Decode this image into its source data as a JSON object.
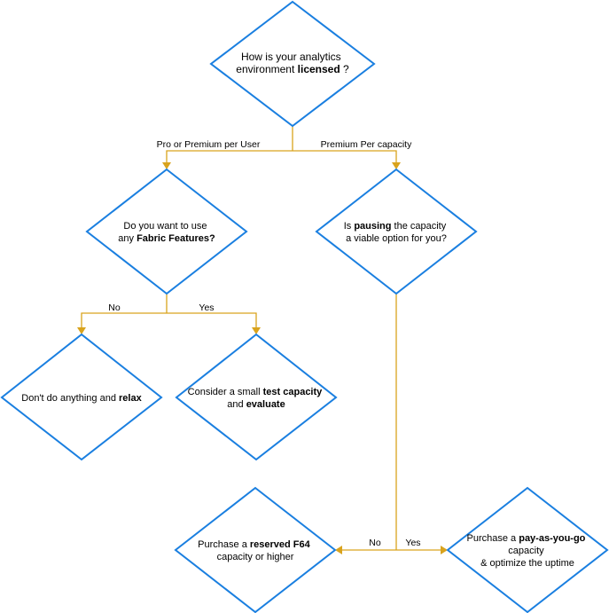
{
  "nodes": {
    "q1": {
      "line1": "How is your analytics",
      "line2a": "environment ",
      "line2b": "licensed",
      "line2c": " ?"
    },
    "q2": {
      "line1": "Do you want to use",
      "line2a": "any ",
      "line2b": "Fabric Features?"
    },
    "q3": {
      "line1a": "Is ",
      "line1b": "pausing",
      "line1c": " the capacity",
      "line2": "a viable option for you?"
    },
    "r1": {
      "a": "Don't do anything and ",
      "b": "relax"
    },
    "r2": {
      "line1a": "Consider a small ",
      "line1b": "test capacity",
      "line2a": "and ",
      "line2b": "evaluate"
    },
    "r3": {
      "line1a": "Purchase a ",
      "line1b": "reserved F64",
      "line2": "capacity or higher"
    },
    "r4": {
      "line1a": "Purchase a ",
      "line1b": "pay-as-you-go",
      "line2": "capacity",
      "line3": "& optimize the uptime"
    }
  },
  "edge_labels": {
    "pro": "Pro or Premium per User",
    "premium": "Premium Per capacity",
    "no1": "No",
    "yes1": "Yes",
    "no2": "No",
    "yes2": "Yes"
  }
}
